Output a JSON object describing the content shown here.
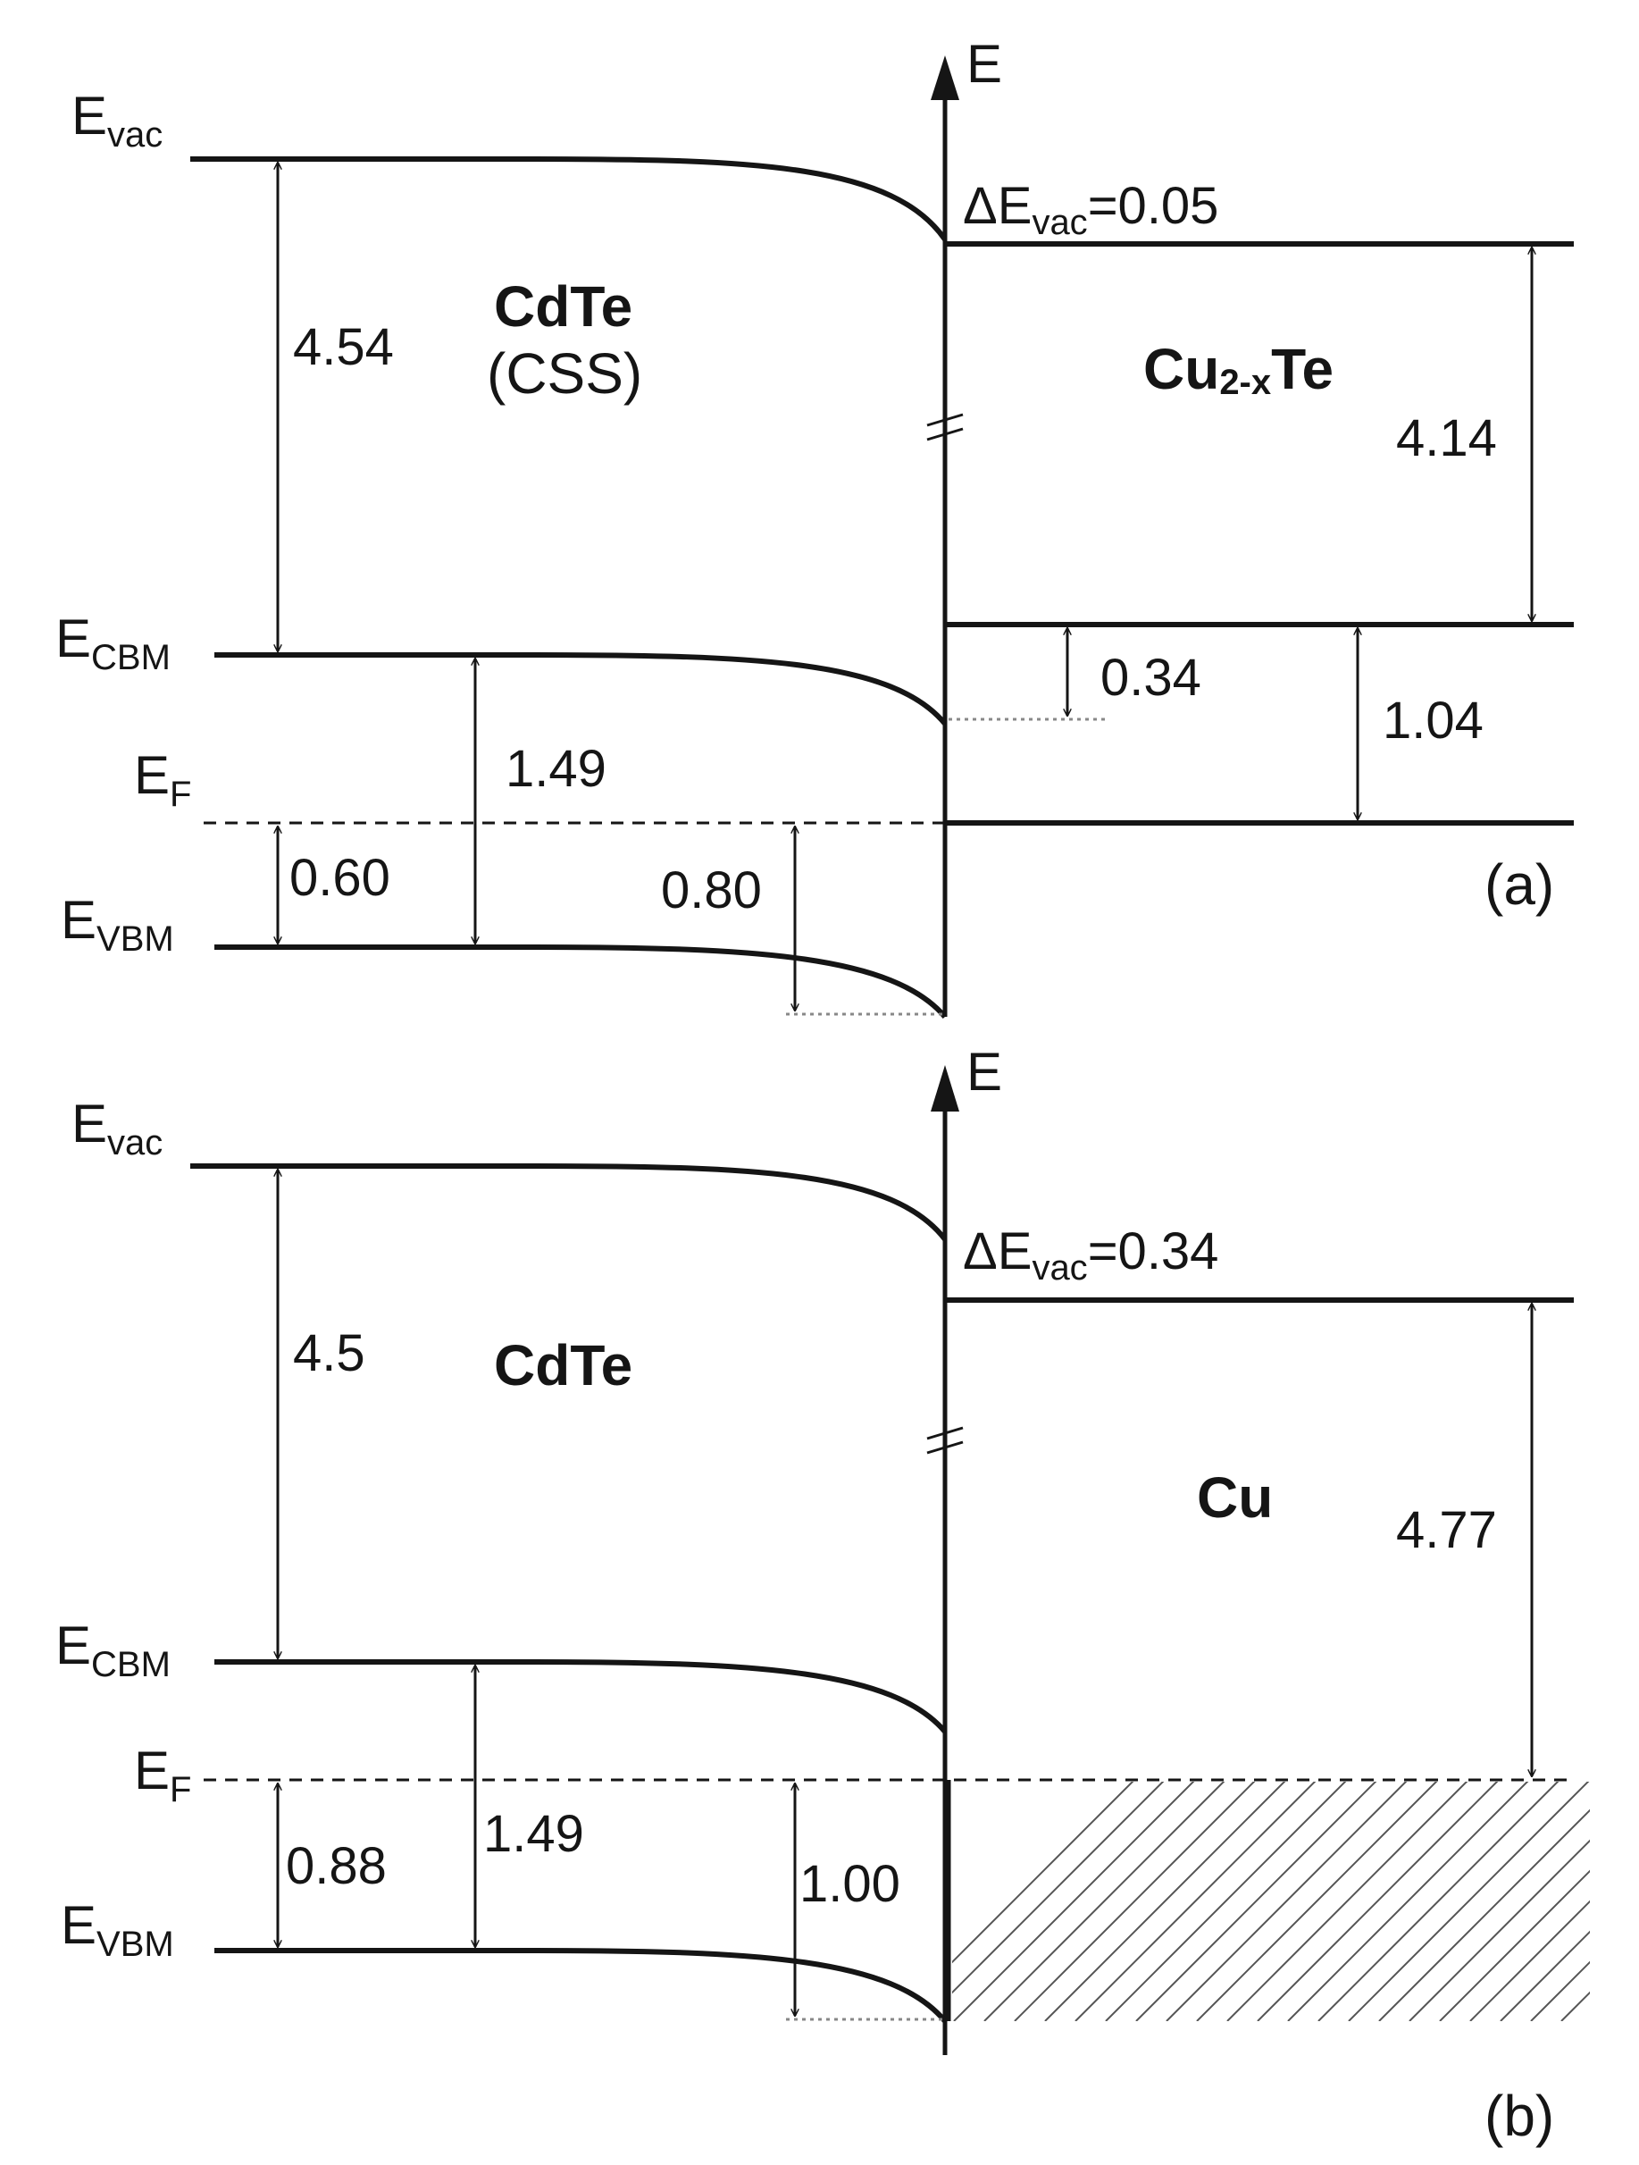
{
  "panels": [
    {
      "id": "a",
      "panel_label": "(a)",
      "axis_label": "E",
      "levels": {
        "vac": "E",
        "vac_sub": "vac",
        "cbm": "E",
        "cbm_sub": "CBM",
        "f": "E",
        "f_sub": "F",
        "vbm": "E",
        "vbm_sub": "VBM"
      },
      "left_material": "CdTe",
      "left_material_note": "(CSS)",
      "right_material_main": "Cu",
      "right_material_sub": "2-x",
      "right_material_tail": "Te",
      "delta_vac": {
        "prefix": "ΔE",
        "sub": "vac",
        "value": "=0.05"
      },
      "values": {
        "electron_affinity": "4.54",
        "band_gap": "1.49",
        "ef_minus_vbm": "0.60",
        "interface_vbm_offset": "0.80",
        "right_affinity": "4.14",
        "right_cbm_offset": "0.34",
        "right_cbm_to_ef": "1.04"
      }
    },
    {
      "id": "b",
      "panel_label": "(b)",
      "axis_label": "E",
      "levels": {
        "vac": "E",
        "vac_sub": "vac",
        "cbm": "E",
        "cbm_sub": "CBM",
        "f": "E",
        "f_sub": "F",
        "vbm": "E",
        "vbm_sub": "VBM"
      },
      "left_material": "CdTe",
      "right_material": "Cu",
      "delta_vac": {
        "prefix": "ΔE",
        "sub": "vac",
        "value": "=0.34"
      },
      "values": {
        "electron_affinity": "4.5",
        "band_gap": "1.49",
        "ef_minus_vbm": "0.88",
        "interface_vbm_offset": "1.00",
        "work_function": "4.77"
      }
    }
  ]
}
